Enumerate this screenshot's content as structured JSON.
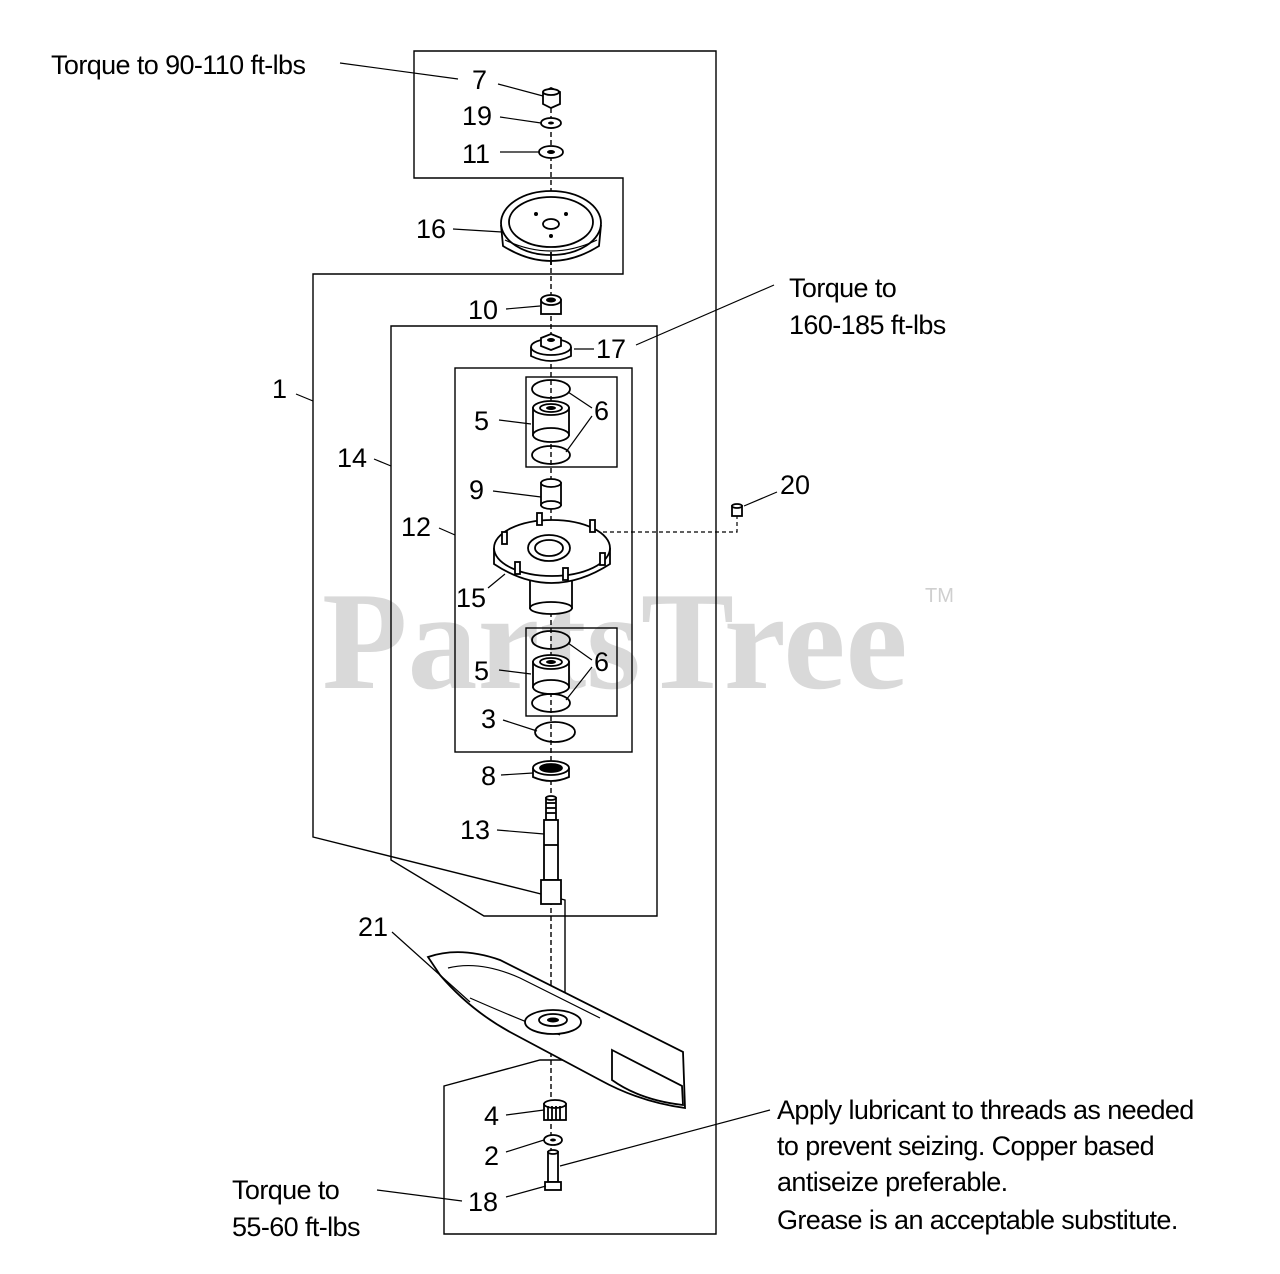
{
  "watermark": {
    "brand": "PartsTree",
    "trademark": "TM"
  },
  "callouts": {
    "c1": "1",
    "c2": "2",
    "c3": "3",
    "c4": "4",
    "c5a": "5",
    "c5b": "5",
    "c6a": "6",
    "c6b": "6",
    "c7": "7",
    "c8": "8",
    "c9": "9",
    "c10": "10",
    "c11": "11",
    "c12": "12",
    "c13": "13",
    "c14": "14",
    "c15": "15",
    "c16": "16",
    "c17": "17",
    "c18": "18",
    "c19": "19",
    "c20": "20",
    "c21": "21"
  },
  "notes": {
    "torque_top": "Torque to 90-110 ft-lbs",
    "torque_mid_line1": "Torque to",
    "torque_mid_line2": "160-185 ft-lbs",
    "torque_bottom_line1": "Torque to",
    "torque_bottom_line2": "55-60 ft-lbs",
    "lubricant_line1": "Apply lubricant to threads as needed",
    "lubricant_line2": "to prevent seizing.  Copper based",
    "lubricant_line3": "antiseize preferable.",
    "lubricant_line4": "Grease is an acceptable substitute."
  }
}
